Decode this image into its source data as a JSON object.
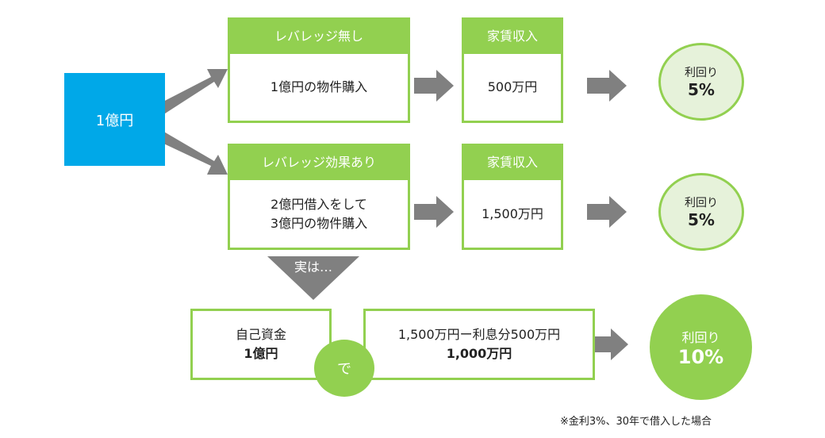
{
  "start": {
    "label": "1億円"
  },
  "row1": {
    "header": "レバレッジ無し",
    "body": "1億円の物件購入",
    "income_header": "家賃収入",
    "income": "500万円",
    "yield_label": "利回り",
    "yield_value": "5%"
  },
  "row2": {
    "header": "レバレッジ効果あり",
    "body_line1": "2億円借入をして",
    "body_line2": "3億円の物件購入",
    "income_header": "家賃収入",
    "income": "1,500万円",
    "yield_label": "利回り",
    "yield_value": "5%"
  },
  "reveal": {
    "label": "実は…"
  },
  "row3": {
    "equity_line1": "自己資金",
    "equity_line2": "1億円",
    "connector": "で",
    "calc_line1": "1,500万円ー利息分500万円",
    "calc_line2": "1,000万円",
    "yield_label": "利回り",
    "yield_value": "10%"
  },
  "footnote": "※金利3%、30年で借入した場合",
  "colors": {
    "blue": "#00a8e8",
    "green": "#92d050",
    "light_green": "#e6f2da",
    "arrow_gray": "#808080"
  }
}
